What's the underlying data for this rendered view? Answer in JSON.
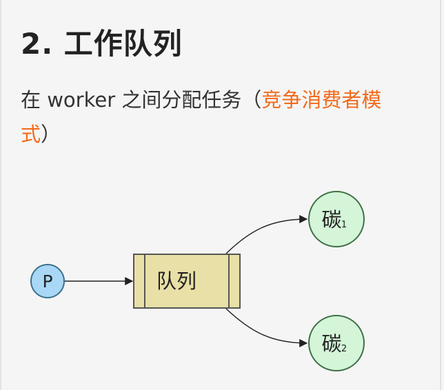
{
  "title": "2. 工作队列",
  "description": {
    "prefix": "在 worker 之间分配任务（",
    "highlight": "竞争消费者模式",
    "suffix": "）"
  },
  "diagram": {
    "producer": {
      "label": "P",
      "fill": "#a8d8f6",
      "stroke": "#3f6e8c"
    },
    "queue": {
      "label": "队列",
      "fill": "#e8e0a6",
      "stroke": "#555555"
    },
    "consumers": [
      {
        "label": "碳",
        "sub": "1",
        "fill": "#d4f5d8",
        "stroke": "#3f7046"
      },
      {
        "label": "碳",
        "sub": "2",
        "fill": "#d4f5d8",
        "stroke": "#3f7046"
      }
    ]
  },
  "colors": {
    "highlight": "#f26b1d",
    "text": "#333333",
    "background": "#f5f5f5"
  }
}
